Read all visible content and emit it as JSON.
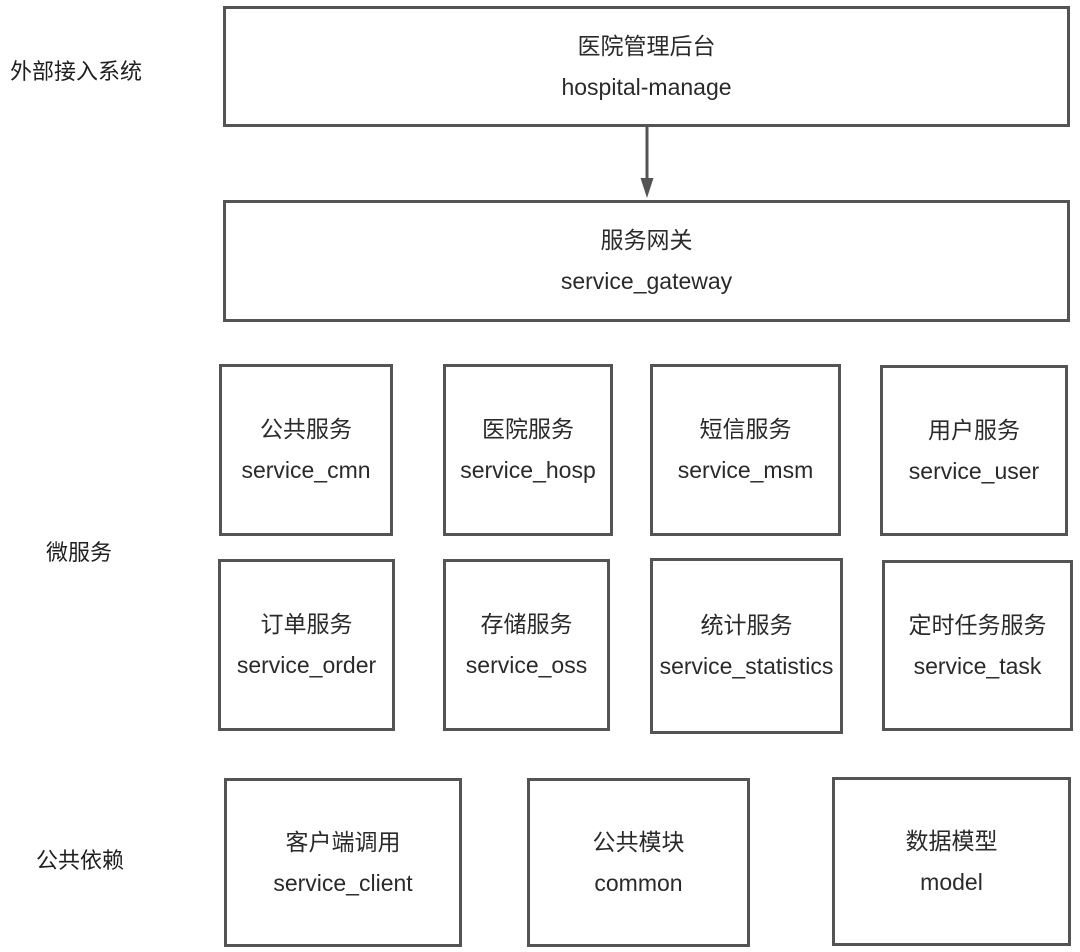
{
  "diagram": {
    "section_labels": {
      "external": "外部接入系统",
      "microservices": "微服务",
      "common_deps": "公共依赖"
    },
    "external_system": {
      "title": "医院管理后台",
      "code": "hospital-manage"
    },
    "gateway": {
      "title": "服务网关",
      "code": "service_gateway"
    },
    "microservices": [
      {
        "title": "公共服务",
        "code": "service_cmn"
      },
      {
        "title": "医院服务",
        "code": "service_hosp"
      },
      {
        "title": "短信服务",
        "code": "service_msm"
      },
      {
        "title": "用户服务",
        "code": "service_user"
      },
      {
        "title": "订单服务",
        "code": "service_order"
      },
      {
        "title": "存储服务",
        "code": "service_oss"
      },
      {
        "title": "统计服务",
        "code": "service_statistics"
      },
      {
        "title": "定时任务服务",
        "code": "service_task"
      }
    ],
    "common_deps": [
      {
        "title": "客户端调用",
        "code": "service_client"
      },
      {
        "title": "公共模块",
        "code": "common"
      },
      {
        "title": "数据模型",
        "code": "model"
      }
    ],
    "connections": [
      {
        "from": "hospital-manage",
        "to": "service_gateway",
        "type": "arrow-down"
      }
    ],
    "colors": {
      "border": "#545454",
      "text": "#2a2a2a",
      "arrow": "#545454",
      "background": "#ffffff"
    }
  }
}
